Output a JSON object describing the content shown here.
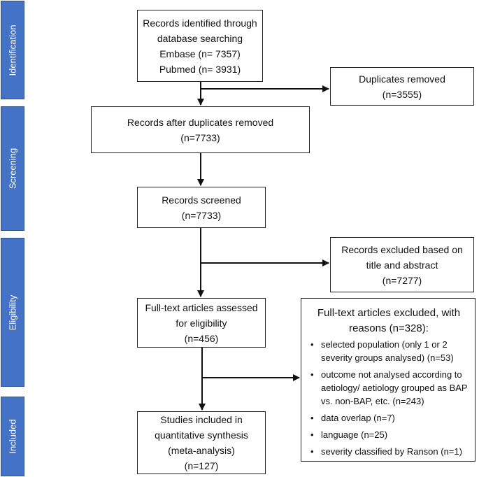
{
  "phases": [
    "Identification",
    "Screening",
    "Eligibility",
    "Included"
  ],
  "boxes": {
    "identified": [
      "Records identified through",
      "database searching",
      "Embase (n= 7357)",
      "Pubmed (n= 3931)"
    ],
    "duplicates": [
      "Duplicates removed",
      "(n=3555)"
    ],
    "after_dup": [
      "Records after duplicates removed",
      "(n=7733)"
    ],
    "screened": [
      "Records screened",
      "(n=7733)"
    ],
    "excluded_title": [
      "Records excluded based on",
      "title and abstract",
      "(n=7277)"
    ],
    "fulltext": [
      "Full-text articles assessed",
      "for eligibility",
      "(n=456)"
    ],
    "included": [
      "Studies included in",
      "quantitative synthesis",
      "(meta-analysis)",
      "(n=127)"
    ]
  },
  "fulltext_excluded": {
    "heading": [
      "Full-text articles excluded, with",
      "reasons (n=328):"
    ],
    "bullet": "•",
    "reasons": [
      "selected population (only 1 or 2\nseverity groups analysed) (n=53)",
      "outcome not analysed according to\naetiology/ aetiology grouped as BAP\nvs. non-BAP, etc. (n=243)",
      "data overlap (n=7)",
      "language (n=25)",
      "severity classified by Ranson (n=1)"
    ]
  }
}
